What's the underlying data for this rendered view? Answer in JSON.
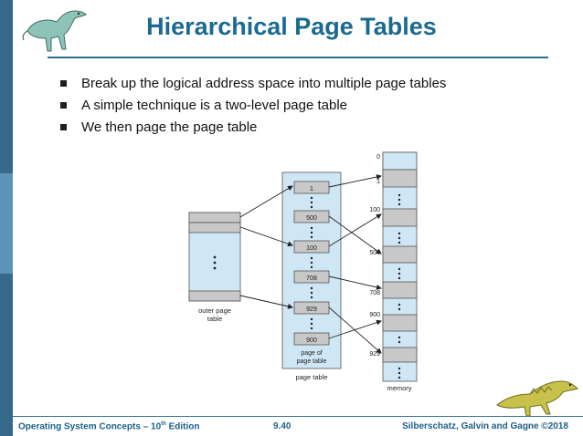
{
  "slide": {
    "title": "Hierarchical Page Tables",
    "bullets": [
      "Break up the logical address space into multiple page tables",
      "A simple technique is a two-level page table",
      "We then page the page table"
    ]
  },
  "diagram": {
    "outer_table_label_1": "outer page",
    "outer_table_label_2": "table",
    "page_table_entries": [
      "1",
      "500",
      "100",
      "708",
      "929",
      "900"
    ],
    "page_of_page_table_1": "page of",
    "page_of_page_table_2": "page table",
    "page_table_label": "page table",
    "memory_labels": [
      "0",
      "1",
      "100",
      "500",
      "708",
      "900",
      "929"
    ],
    "memory_label": "memory"
  },
  "footer": {
    "left_prefix": "Operating System Concepts – 10",
    "left_sup": "th",
    "left_suffix": " Edition",
    "center": "9.40",
    "right": "Silberschatz, Galvin and Gagne ©2018"
  },
  "colors": {
    "title": "#1b6a8f",
    "accent_bar": "#356a8c",
    "table_fill": "#cfe7f5",
    "table_gray": "#c8c8c8"
  },
  "icons": [
    "dinosaur-top-left-icon",
    "dinosaur-bottom-right-icon"
  ]
}
